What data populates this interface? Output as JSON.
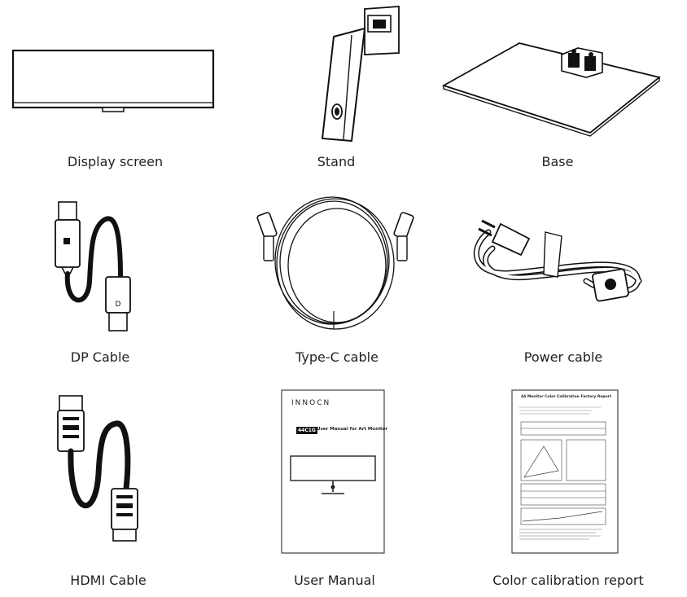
{
  "items": [
    {
      "label": "Display screen"
    },
    {
      "label": "Stand"
    },
    {
      "label": "Base"
    },
    {
      "label": "DP Cable"
    },
    {
      "label": "Type-C cable"
    },
    {
      "label": "Power cable"
    },
    {
      "label": "HDMI Cable"
    },
    {
      "label": "User Manual"
    },
    {
      "label": "Color calibration report"
    }
  ],
  "manual": {
    "brand": "INNOCN",
    "model_badge": "44C1G",
    "title": "User Manual for Art Monitor"
  },
  "report": {
    "title": "44 Monitor Color Calibration Factory Report"
  }
}
